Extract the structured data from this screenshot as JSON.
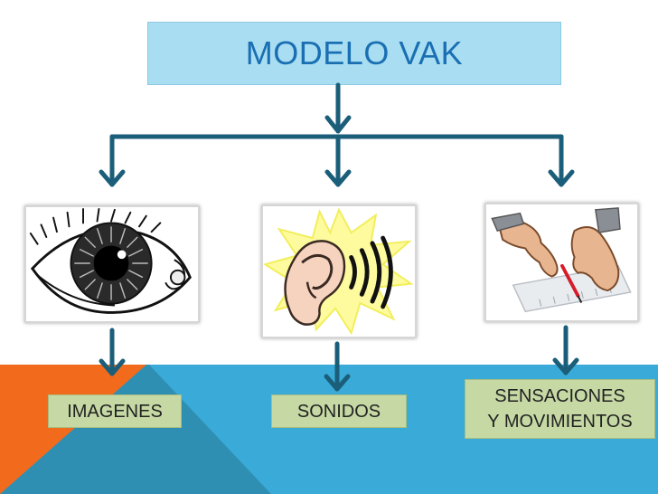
{
  "title": "MODELO VAK",
  "branches": [
    {
      "icon": "eye-icon",
      "label_lines": [
        "IMAGENES"
      ]
    },
    {
      "icon": "ear-icon",
      "label_lines": [
        "SONIDOS"
      ]
    },
    {
      "icon": "hands-icon",
      "label_lines": [
        "SENSACIONES",
        "Y MOVIMIENTOS"
      ]
    }
  ],
  "colors": {
    "title_fill": "#a9def2",
    "title_text": "#1a6fb3",
    "arrow": "#1b5e7a",
    "label_fill": "#c6d9a4",
    "background_orange": "#f26b1d",
    "background_teal": "#2f8fb3",
    "background_blue": "#3aabd8"
  }
}
